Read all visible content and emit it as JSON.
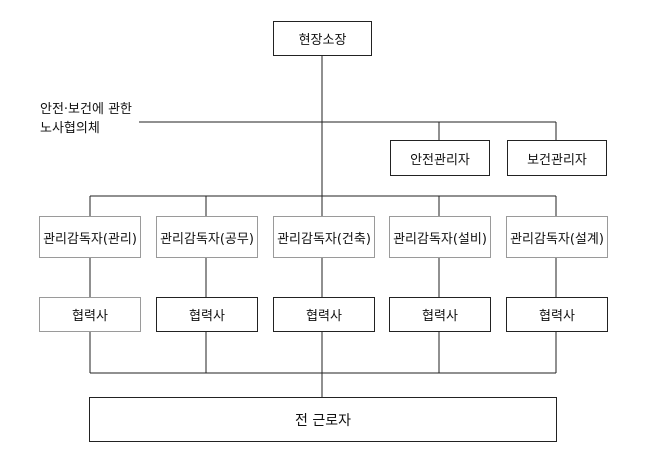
{
  "org_chart": {
    "top": "현장소장",
    "council": [
      "안전·보건에 관한",
      "노사협의체"
    ],
    "safety_manager": "안전관리자",
    "health_manager": "보건관리자",
    "supervisors": [
      "관리감독자(관리)",
      "관리감독자(공무)",
      "관리감독자(건축)",
      "관리감독자(설비)",
      "관리감독자(설계)"
    ],
    "partners": [
      "협력사",
      "협력사",
      "협력사",
      "협력사",
      "협력사"
    ],
    "bottom": "전 근로자"
  }
}
